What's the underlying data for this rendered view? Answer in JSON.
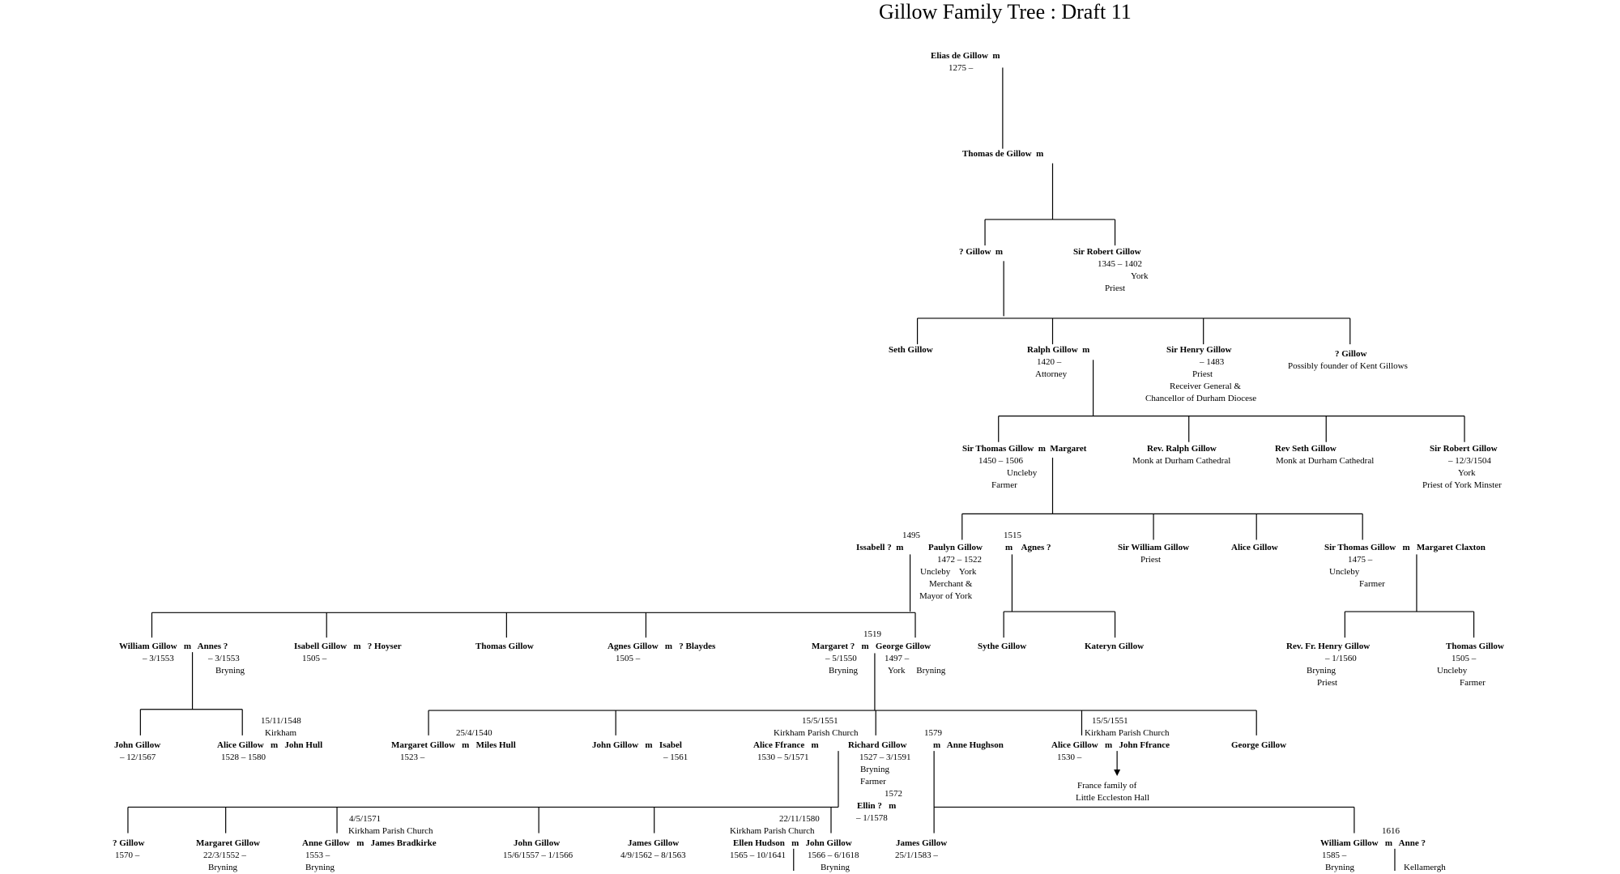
{
  "title": "Gillow Family Tree : Draft 11",
  "labels": [
    {
      "t": "Elias de Gillow  m",
      "b": true
    },
    {
      "t": "1275 –",
      "b": false
    },
    {
      "t": "Thomas de Gillow  m",
      "b": true
    },
    {
      "t": "? Gillow  m",
      "b": true
    },
    {
      "t": "Sir Robert Gillow",
      "b": true
    },
    {
      "t": "1345 – 1402",
      "b": false
    },
    {
      "t": "York",
      "b": false
    },
    {
      "t": "Priest",
      "b": false
    },
    {
      "t": "Seth Gillow",
      "b": true
    },
    {
      "t": "Ralph Gillow  m",
      "b": true
    },
    {
      "t": "1420 –",
      "b": false
    },
    {
      "t": "Attorney",
      "b": false
    },
    {
      "t": "Sir Henry Gillow",
      "b": true
    },
    {
      "t": "– 1483",
      "b": false
    },
    {
      "t": "Priest",
      "b": false
    },
    {
      "t": "Receiver General &",
      "b": false
    },
    {
      "t": "Chancellor of Durham Diocese",
      "b": false
    },
    {
      "t": "? Gillow",
      "b": true
    },
    {
      "t": "Possibly founder of Kent Gillows",
      "b": false
    },
    {
      "t": "Sir Thomas Gillow  m  Margaret",
      "b": true
    },
    {
      "t": "1450 – 1506",
      "b": false
    },
    {
      "t": "Uncleby",
      "b": false
    },
    {
      "t": "Farmer",
      "b": false
    },
    {
      "t": "Rev. Ralph Gillow",
      "b": true
    },
    {
      "t": "Monk at Durham Cathedral",
      "b": false
    },
    {
      "t": "Rev Seth Gillow",
      "b": true
    },
    {
      "t": "Monk at Durham Cathedral",
      "b": false
    },
    {
      "t": "Sir Robert Gillow",
      "b": true
    },
    {
      "t": "– 12/3/1504",
      "b": false
    },
    {
      "t": "York",
      "b": false
    },
    {
      "t": "Priest of York Minster",
      "b": false
    },
    {
      "t": "1495",
      "b": false
    },
    {
      "t": "Issabell ?  m",
      "b": true
    },
    {
      "t": "Paulyn Gillow",
      "b": true
    },
    {
      "t": "1472 – 1522",
      "b": false
    },
    {
      "t": "Uncleby    York",
      "b": false
    },
    {
      "t": "Merchant &",
      "b": false
    },
    {
      "t": "Mayor of York",
      "b": false
    },
    {
      "t": "1515",
      "b": false
    },
    {
      "t": "m    Agnes ?",
      "b": true
    },
    {
      "t": "Sir William Gillow",
      "b": true
    },
    {
      "t": "Priest",
      "b": false
    },
    {
      "t": "Alice Gillow",
      "b": true
    },
    {
      "t": "Sir Thomas Gillow   m   Margaret Claxton",
      "b": true
    },
    {
      "t": "1475 –",
      "b": false
    },
    {
      "t": "Uncleby",
      "b": false
    },
    {
      "t": "Farmer",
      "b": false
    },
    {
      "t": "William Gillow   m   Annes ?",
      "b": true
    },
    {
      "t": "– 3/1553",
      "b": false
    },
    {
      "t": "– 3/1553",
      "b": false
    },
    {
      "t": "Bryning",
      "b": false
    },
    {
      "t": "Isabell Gillow   m   ? Hoyser",
      "b": true
    },
    {
      "t": "1505 –",
      "b": false
    },
    {
      "t": "Thomas Gillow",
      "b": true
    },
    {
      "t": "Agnes Gillow   m   ? Blaydes",
      "b": true
    },
    {
      "t": "1505 –",
      "b": false
    },
    {
      "t": "1519",
      "b": false
    },
    {
      "t": "Margaret ?   m   George Gillow",
      "b": true
    },
    {
      "t": "– 5/1550",
      "b": false
    },
    {
      "t": "1497 –",
      "b": false
    },
    {
      "t": "Bryning",
      "b": false
    },
    {
      "t": "York     Bryning",
      "b": false
    },
    {
      "t": "Sythe Gillow",
      "b": true
    },
    {
      "t": "Kateryn Gillow",
      "b": true
    },
    {
      "t": "Rev. Fr. Henry Gillow",
      "b": true
    },
    {
      "t": "– 1/1560",
      "b": false
    },
    {
      "t": "Bryning",
      "b": false
    },
    {
      "t": "Priest",
      "b": false
    },
    {
      "t": "Thomas Gillow",
      "b": true
    },
    {
      "t": "1505 –",
      "b": false
    },
    {
      "t": "Uncleby",
      "b": false
    },
    {
      "t": "Farmer",
      "b": false
    },
    {
      "t": "15/11/1548",
      "b": false
    },
    {
      "t": "Kirkham",
      "b": false
    },
    {
      "t": "John Gillow",
      "b": true
    },
    {
      "t": "– 12/1567",
      "b": false
    },
    {
      "t": "Alice Gillow   m   John Hull",
      "b": true
    },
    {
      "t": "1528 – 1580",
      "b": false
    },
    {
      "t": "25/4/1540",
      "b": false
    },
    {
      "t": "Margaret Gillow   m   Miles Hull",
      "b": true
    },
    {
      "t": "1523 –",
      "b": false
    },
    {
      "t": "John Gillow   m   Isabel",
      "b": true
    },
    {
      "t": "– 1561",
      "b": false
    },
    {
      "t": "15/5/1551",
      "b": false
    },
    {
      "t": "Kirkham Parish Church",
      "b": false
    },
    {
      "t": "Alice Ffrance   m",
      "b": true
    },
    {
      "t": "1530 – 5/1571",
      "b": false
    },
    {
      "t": "Richard Gillow",
      "b": true
    },
    {
      "t": "1527 – 3/1591",
      "b": false
    },
    {
      "t": "Bryning",
      "b": false
    },
    {
      "t": "Farmer",
      "b": false
    },
    {
      "t": "1572",
      "b": false
    },
    {
      "t": "Ellin ?   m",
      "b": true
    },
    {
      "t": "– 1/1578",
      "b": false
    },
    {
      "t": "1579",
      "b": false
    },
    {
      "t": "m   Anne Hughson",
      "b": true
    },
    {
      "t": "15/5/1551",
      "b": false
    },
    {
      "t": "Kirkham Parish Church",
      "b": false
    },
    {
      "t": "Alice Gillow   m   John Ffrance",
      "b": true
    },
    {
      "t": "1530 –",
      "b": false
    },
    {
      "t": "France family of",
      "b": false
    },
    {
      "t": "Little Eccleston Hall",
      "b": false
    },
    {
      "t": "George Gillow",
      "b": true
    },
    {
      "t": "? Gillow",
      "b": true
    },
    {
      "t": "1570 –",
      "b": false
    },
    {
      "t": "Margaret Gillow",
      "b": true
    },
    {
      "t": "22/3/1552 –",
      "b": false
    },
    {
      "t": "Bryning",
      "b": false
    },
    {
      "t": "4/5/1571",
      "b": false
    },
    {
      "t": "Kirkham Parish Church",
      "b": false
    },
    {
      "t": "Anne Gillow   m   James Bradkirke",
      "b": true
    },
    {
      "t": "1553 –",
      "b": false
    },
    {
      "t": "Bryning",
      "b": false
    },
    {
      "t": "John Gillow",
      "b": true
    },
    {
      "t": "15/6/1557 – 1/1566",
      "b": false
    },
    {
      "t": "James Gillow",
      "b": true
    },
    {
      "t": "4/9/1562 – 8/1563",
      "b": false
    },
    {
      "t": "22/11/1580",
      "b": false
    },
    {
      "t": "Kirkham Parish Church",
      "b": false
    },
    {
      "t": "Ellen Hudson   m   John Gillow",
      "b": true
    },
    {
      "t": "1565 – 10/1641",
      "b": false
    },
    {
      "t": "1566 – 6/1618",
      "b": false
    },
    {
      "t": "Bryning",
      "b": false
    },
    {
      "t": "James Gillow",
      "b": true
    },
    {
      "t": "25/1/1583 –",
      "b": false
    },
    {
      "t": "1616",
      "b": false
    },
    {
      "t": "William Gillow   m   Anne ?",
      "b": true
    },
    {
      "t": "1585 –",
      "b": false
    },
    {
      "t": "Bryning",
      "b": false
    },
    {
      "t": "Kellamergh",
      "b": false
    }
  ]
}
